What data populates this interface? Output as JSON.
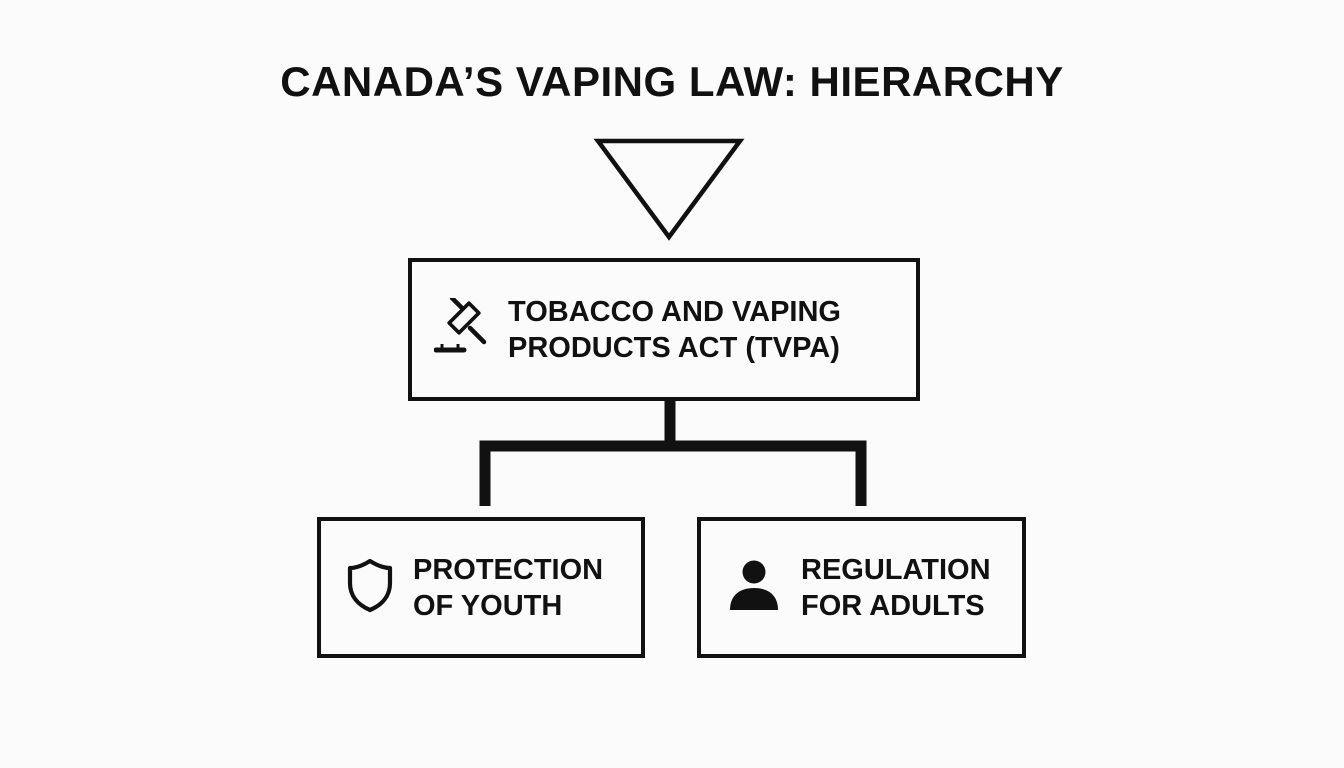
{
  "title": "CANADA’S VAPING LAW: HIERARCHY",
  "nodes": {
    "tvpa": {
      "label": "TOBACCO AND VAPING\nPRODUCTS ACT (TVPA)",
      "icon": "gavel-icon"
    },
    "youth": {
      "label": "PROTECTION\nOF YOUTH",
      "icon": "shield-icon"
    },
    "adults": {
      "label": "REGULATION\nFOR ADULTS",
      "icon": "person-icon"
    }
  },
  "edges": [
    {
      "from": "tvpa",
      "to": "youth"
    },
    {
      "from": "tvpa",
      "to": "adults"
    }
  ],
  "colors": {
    "stroke": "#111111",
    "background": "#fbfbfb"
  }
}
